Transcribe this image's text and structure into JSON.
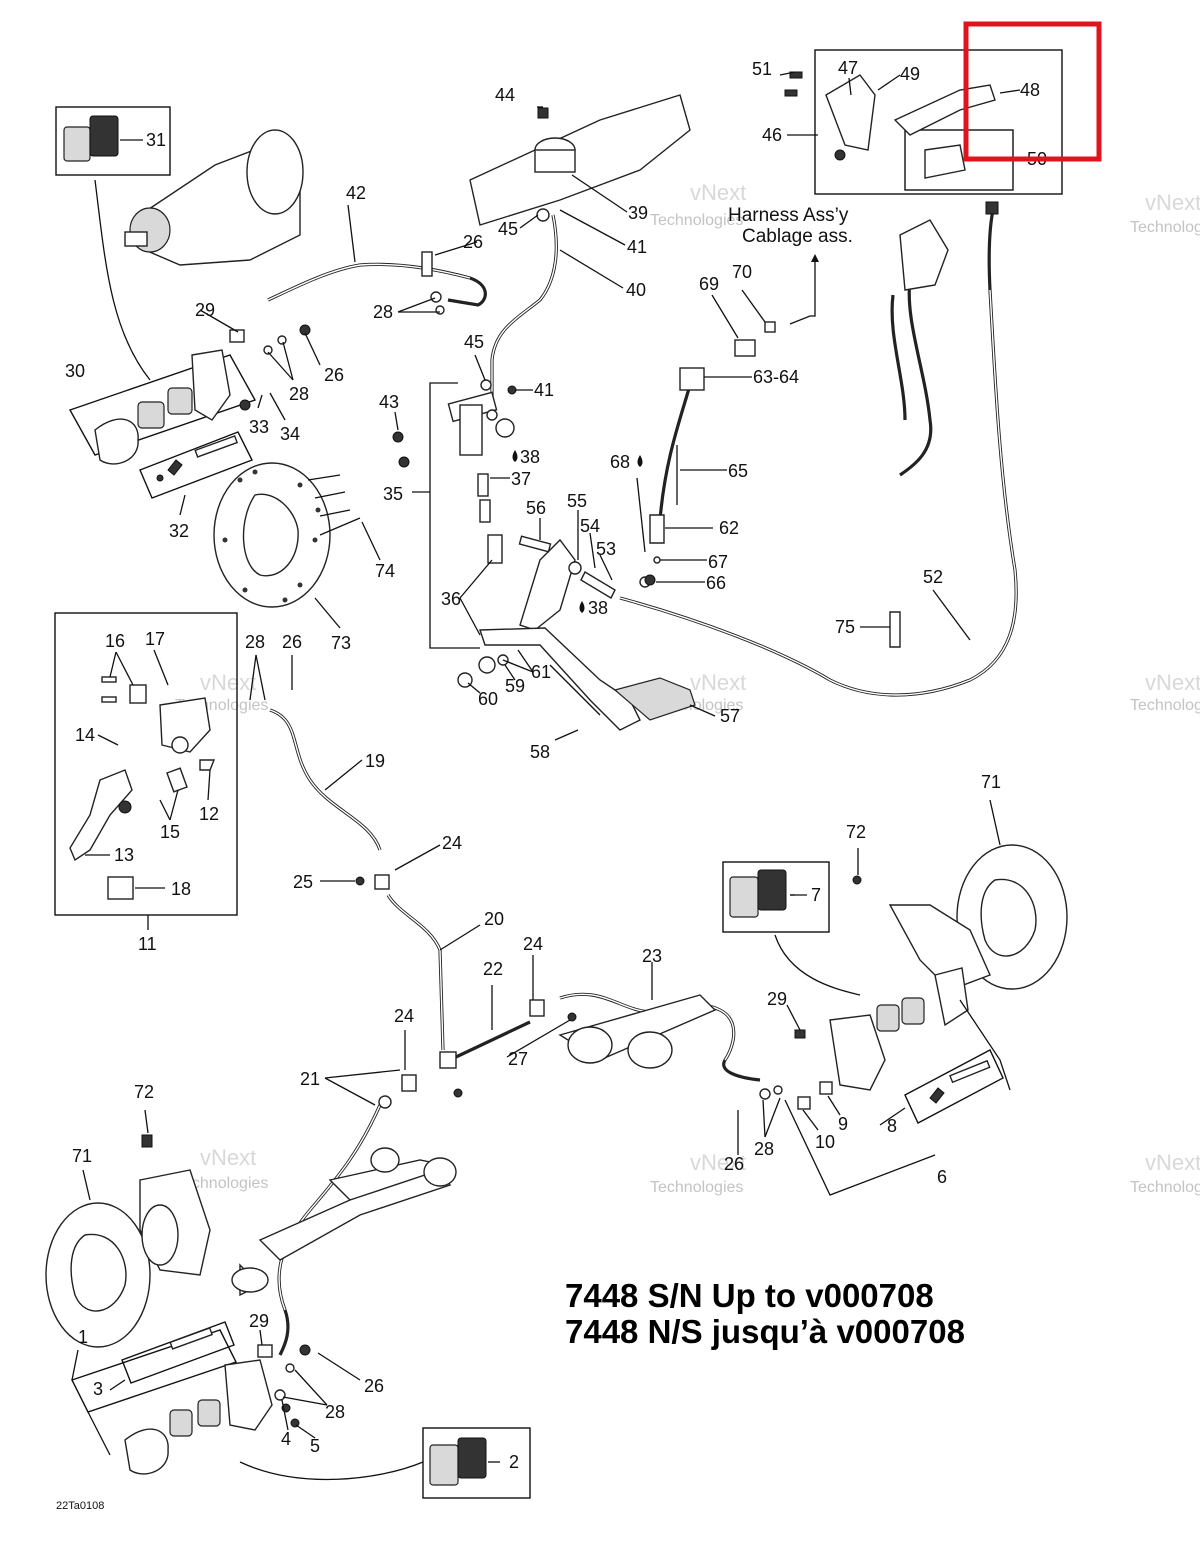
{
  "title_lines": [
    "7448 S/N Up to v000708",
    "7448 N/S jusqu’à v000708"
  ],
  "reference_code": "22Ta0108",
  "notes": {
    "harness_line1": "Harness Ass’y",
    "harness_line2": "Cablage ass."
  },
  "watermark": {
    "line1": "vNext",
    "line2": "Technologies"
  },
  "highlight": {
    "color": "#e0141c",
    "target_part": "48"
  },
  "callouts": [
    {
      "id": "c1",
      "label": "1"
    },
    {
      "id": "c2",
      "label": "2"
    },
    {
      "id": "c3",
      "label": "3"
    },
    {
      "id": "c4",
      "label": "4"
    },
    {
      "id": "c5",
      "label": "5"
    },
    {
      "id": "c6",
      "label": "6"
    },
    {
      "id": "c7",
      "label": "7"
    },
    {
      "id": "c8",
      "label": "8"
    },
    {
      "id": "c9",
      "label": "9"
    },
    {
      "id": "c10",
      "label": "10"
    },
    {
      "id": "c11",
      "label": "11"
    },
    {
      "id": "c12",
      "label": "12"
    },
    {
      "id": "c13",
      "label": "13"
    },
    {
      "id": "c14",
      "label": "14"
    },
    {
      "id": "c15",
      "label": "15"
    },
    {
      "id": "c16",
      "label": "16"
    },
    {
      "id": "c17",
      "label": "17"
    },
    {
      "id": "c18",
      "label": "18"
    },
    {
      "id": "c19",
      "label": "19"
    },
    {
      "id": "c20",
      "label": "20"
    },
    {
      "id": "c21",
      "label": "21"
    },
    {
      "id": "c22",
      "label": "22"
    },
    {
      "id": "c23",
      "label": "23"
    },
    {
      "id": "c24a",
      "label": "24"
    },
    {
      "id": "c24b",
      "label": "24"
    },
    {
      "id": "c24c",
      "label": "24"
    },
    {
      "id": "c25",
      "label": "25"
    },
    {
      "id": "c26a",
      "label": "26"
    },
    {
      "id": "c26b",
      "label": "26"
    },
    {
      "id": "c26c",
      "label": "26"
    },
    {
      "id": "c26d",
      "label": "26"
    },
    {
      "id": "c26e",
      "label": "26"
    },
    {
      "id": "c27",
      "label": "27"
    },
    {
      "id": "c28a",
      "label": "28"
    },
    {
      "id": "c28b",
      "label": "28"
    },
    {
      "id": "c28c",
      "label": "28"
    },
    {
      "id": "c28d",
      "label": "28"
    },
    {
      "id": "c28e",
      "label": "28"
    },
    {
      "id": "c29a",
      "label": "29"
    },
    {
      "id": "c29b",
      "label": "29"
    },
    {
      "id": "c29c",
      "label": "29"
    },
    {
      "id": "c30",
      "label": "30"
    },
    {
      "id": "c31",
      "label": "31"
    },
    {
      "id": "c32",
      "label": "32"
    },
    {
      "id": "c33",
      "label": "33"
    },
    {
      "id": "c34",
      "label": "34"
    },
    {
      "id": "c35",
      "label": "35"
    },
    {
      "id": "c36",
      "label": "36"
    },
    {
      "id": "c37",
      "label": "37"
    },
    {
      "id": "c38a",
      "label": "38"
    },
    {
      "id": "c38b",
      "label": "38"
    },
    {
      "id": "c39",
      "label": "39"
    },
    {
      "id": "c40",
      "label": "40"
    },
    {
      "id": "c41a",
      "label": "41"
    },
    {
      "id": "c41b",
      "label": "41"
    },
    {
      "id": "c42",
      "label": "42"
    },
    {
      "id": "c43",
      "label": "43"
    },
    {
      "id": "c44",
      "label": "44"
    },
    {
      "id": "c45a",
      "label": "45"
    },
    {
      "id": "c45b",
      "label": "45"
    },
    {
      "id": "c46",
      "label": "46"
    },
    {
      "id": "c47",
      "label": "47"
    },
    {
      "id": "c48",
      "label": "48"
    },
    {
      "id": "c49",
      "label": "49"
    },
    {
      "id": "c50",
      "label": "50"
    },
    {
      "id": "c51",
      "label": "51"
    },
    {
      "id": "c52",
      "label": "52"
    },
    {
      "id": "c53",
      "label": "53"
    },
    {
      "id": "c54",
      "label": "54"
    },
    {
      "id": "c55",
      "label": "55"
    },
    {
      "id": "c56",
      "label": "56"
    },
    {
      "id": "c57",
      "label": "57"
    },
    {
      "id": "c58",
      "label": "58"
    },
    {
      "id": "c59",
      "label": "59"
    },
    {
      "id": "c60",
      "label": "60"
    },
    {
      "id": "c61",
      "label": "61"
    },
    {
      "id": "c62",
      "label": "62"
    },
    {
      "id": "c6364",
      "label": "63-64"
    },
    {
      "id": "c65",
      "label": "65"
    },
    {
      "id": "c66",
      "label": "66"
    },
    {
      "id": "c67",
      "label": "67"
    },
    {
      "id": "c68",
      "label": "68"
    },
    {
      "id": "c69",
      "label": "69"
    },
    {
      "id": "c70",
      "label": "70"
    },
    {
      "id": "c71a",
      "label": "71"
    },
    {
      "id": "c71b",
      "label": "71"
    },
    {
      "id": "c72a",
      "label": "72"
    },
    {
      "id": "c72b",
      "label": "72"
    },
    {
      "id": "c73",
      "label": "73"
    },
    {
      "id": "c74",
      "label": "74"
    },
    {
      "id": "c75",
      "label": "75"
    }
  ]
}
